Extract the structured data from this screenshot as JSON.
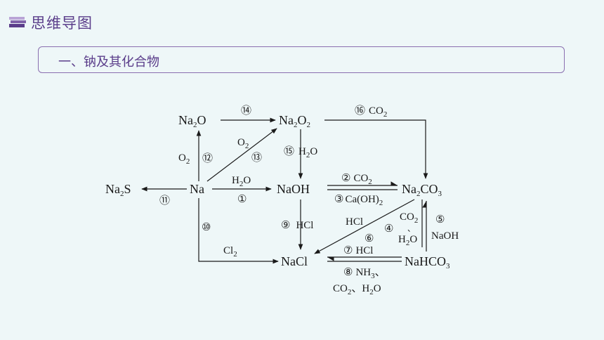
{
  "header": {
    "title": "思维导图",
    "section_title": "一、钠及其化合物",
    "colors": {
      "accent": "#5a3d8a",
      "border": "#8a6fb0",
      "background": "#eef7f8"
    }
  },
  "nodes": {
    "na2o": [
      "Na",
      "2",
      "O"
    ],
    "na2o2": [
      "Na",
      "2",
      "O",
      "2"
    ],
    "na2s": [
      "Na",
      "2",
      "S"
    ],
    "na": [
      "Na"
    ],
    "naoh": [
      "NaOH"
    ],
    "na2co3": [
      "Na",
      "2",
      "CO",
      "3"
    ],
    "nacl": [
      "NaCl"
    ],
    "nahco3": [
      "NaHCO",
      "3"
    ]
  },
  "reactions": {
    "r1": {
      "num": "①",
      "reagent": [
        "H",
        "2",
        "O"
      ]
    },
    "r2": {
      "num": "②",
      "reagent": [
        "CO",
        "2"
      ]
    },
    "r3": {
      "num": "③",
      "reagent": [
        "Ca(OH)",
        "2"
      ]
    },
    "r4": {
      "num": "④",
      "reagent": [
        "CO",
        "2",
        "、",
        "H",
        "2",
        "O"
      ]
    },
    "r5": {
      "num": "⑤",
      "reagent": [
        "NaOH"
      ]
    },
    "r6": {
      "num": "⑥",
      "reagent": [
        "HCl"
      ]
    },
    "r7": {
      "num": "⑦",
      "reagent": [
        "HCl"
      ]
    },
    "r8": {
      "num": "⑧",
      "reagent": [
        "NH",
        "3",
        "、",
        "CO",
        "2",
        "、",
        "H",
        "2",
        "O"
      ]
    },
    "r9": {
      "num": "⑨",
      "reagent": [
        "HCl"
      ]
    },
    "r10": {
      "num": "⑩",
      "reagent": [
        "Cl",
        "2"
      ]
    },
    "r11": {
      "num": "⑪"
    },
    "r12": {
      "num": "⑫",
      "reagent": [
        "O",
        "2"
      ]
    },
    "r13": {
      "num": "⑬",
      "reagent": [
        "O",
        "2"
      ]
    },
    "r14": {
      "num": "⑭"
    },
    "r15": {
      "num": "⑮",
      "reagent": [
        "H",
        "2",
        "O"
      ]
    },
    "r16": {
      "num": "⑯",
      "reagent": [
        "CO",
        "2"
      ]
    }
  }
}
